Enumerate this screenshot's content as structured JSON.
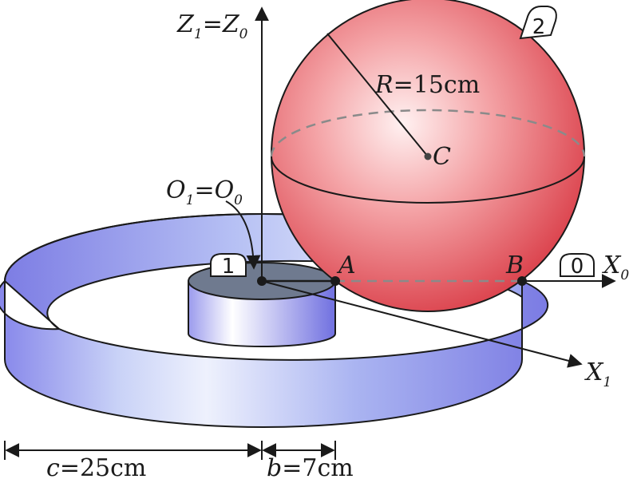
{
  "labels": {
    "z_axis": {
      "main": "Z",
      "sub1": "1",
      "eq": "=Z",
      "sub0": "0"
    },
    "origin": {
      "main": "O",
      "sub1": "1",
      "eq": "=O",
      "sub0": "0"
    },
    "x0_axis": {
      "main": "X",
      "sub": "0"
    },
    "x1_axis": {
      "main": "X",
      "sub": "1"
    },
    "radius": {
      "var": "R",
      "value": "=15cm"
    },
    "center": "C",
    "point_a": "A",
    "point_b": "B",
    "dim_c": {
      "var": "c",
      "value": "=25cm"
    },
    "dim_b": {
      "var": "b",
      "value": "=7cm"
    },
    "marker_1": "1",
    "marker_2": "2",
    "marker_0": "0"
  },
  "colors": {
    "ring_light": "#dfe6fb",
    "ring_dark": "#7f7fe6",
    "sphere_light": "#fde3e3",
    "sphere_dark": "#d9444d",
    "hub_top": "#6f7a8f",
    "stroke": "#1a1a1a"
  }
}
